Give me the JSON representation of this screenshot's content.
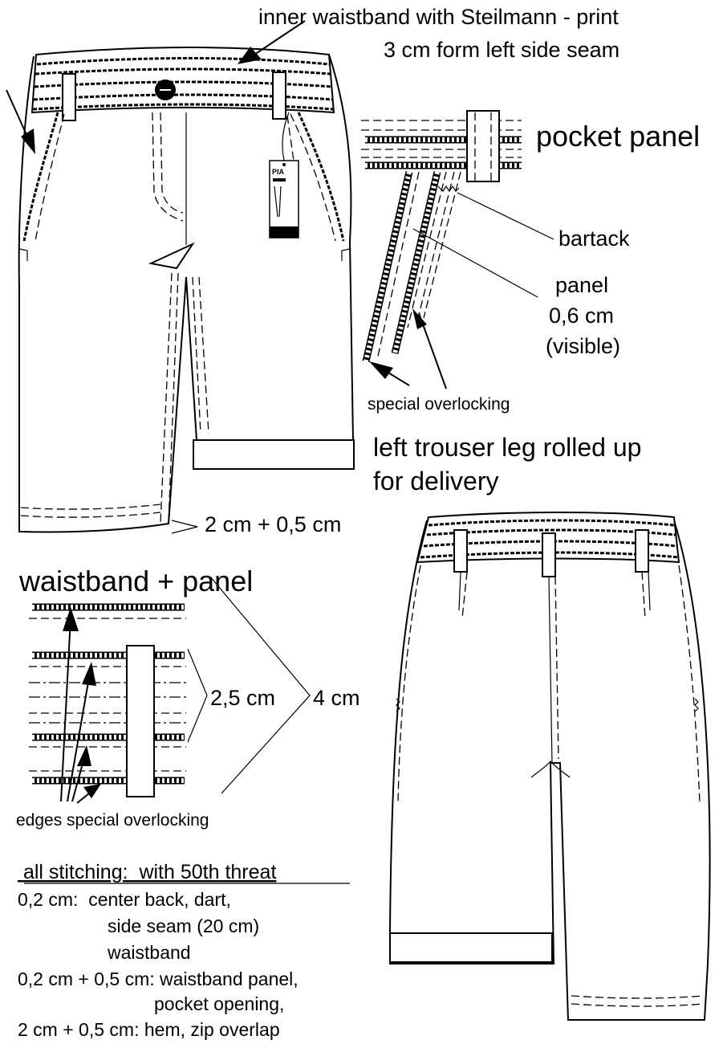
{
  "annotations": {
    "waistband_title_line1": "inner waistband with Steilmann - print",
    "waistband_title_line2": "3 cm form left side seam",
    "pocket_panel": "pocket panel",
    "bartack": "bartack",
    "panel_line1": "panel",
    "panel_line2": "0,6 cm",
    "panel_line3": "(visible)",
    "special_overlocking": "special overlocking",
    "rolled_line1": "left trouser leg rolled up",
    "rolled_line2": "for delivery",
    "hem_measure": "2 cm + 0,5 cm",
    "waistband_panel_title": "waistband + panel",
    "measure_25": "2,5 cm",
    "measure_4": "4 cm",
    "edges_overlocking": "edges special overlocking"
  },
  "hangtag": {
    "brand": "PIA"
  },
  "stitching": {
    "heading": " all stitching:  with 50th threat",
    "lines": [
      "0,2 cm:  center back, dart,",
      "side seam (20 cm)",
      "waistband",
      "0,2 cm + 0,5 cm: waistband panel,",
      "pocket opening,",
      "2 cm + 0,5 cm: hem, zip overlap"
    ]
  }
}
